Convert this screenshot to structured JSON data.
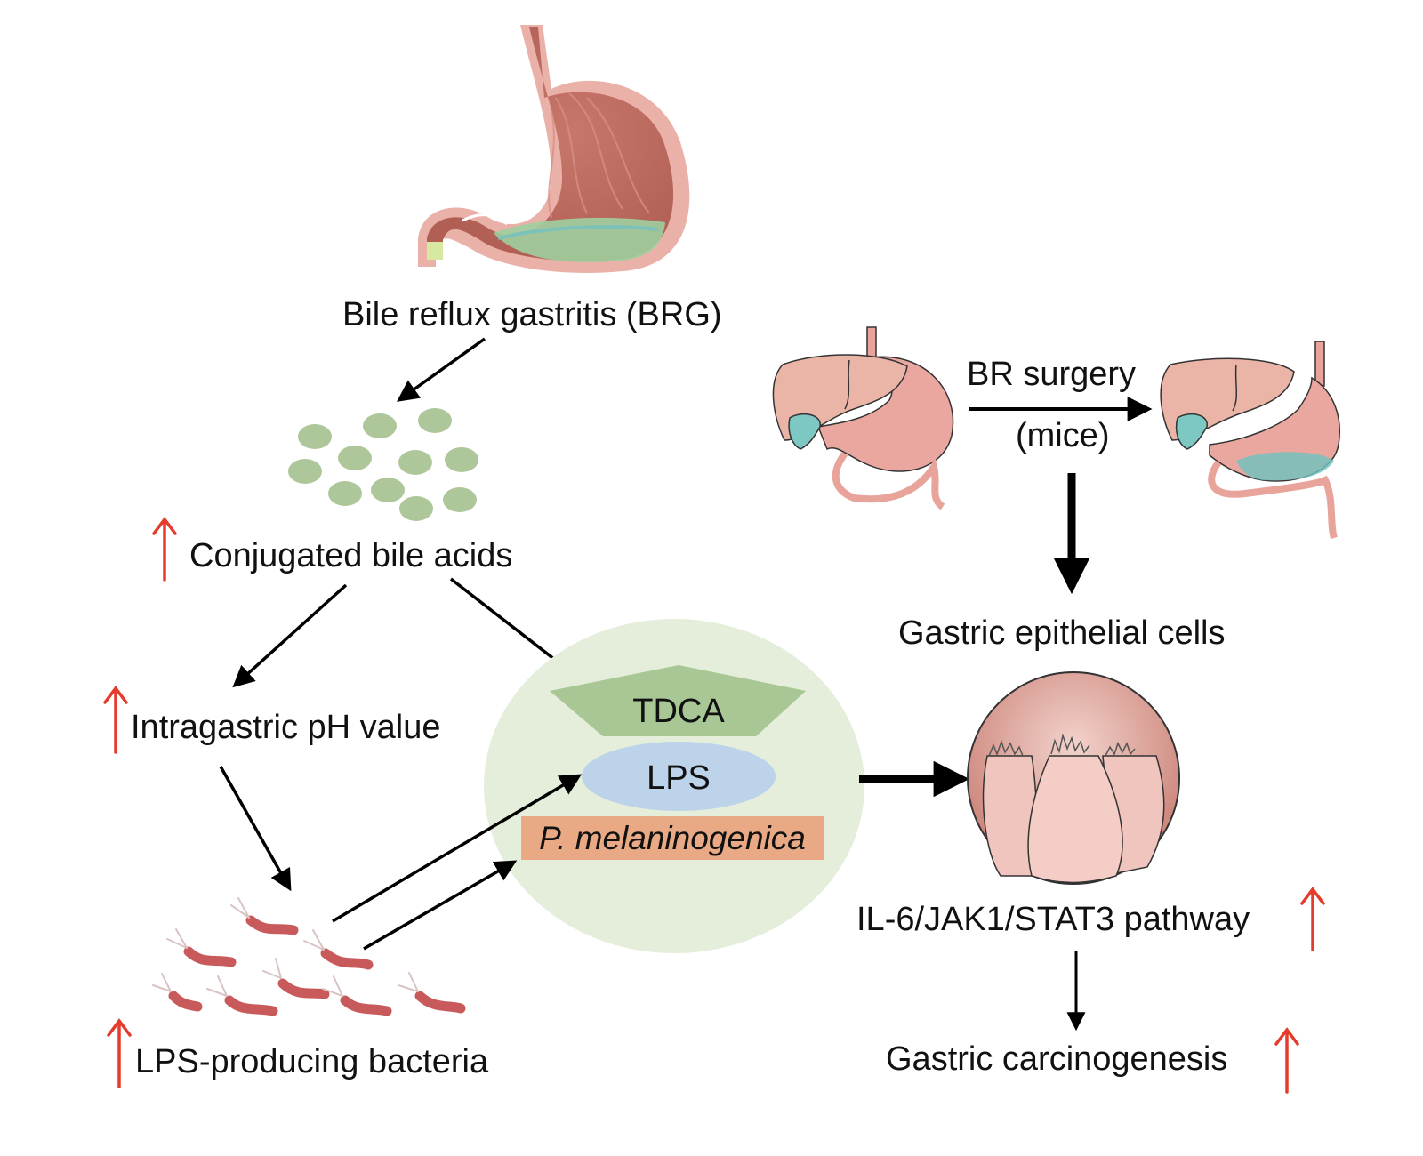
{
  "diagram": {
    "top": {
      "stomach_illustration": "stomach-bile-reflux-illustration",
      "label": "Bile reflux gastritis (BRG)"
    },
    "bile_acids": {
      "label": "Conjugated bile acids",
      "direction": "up"
    },
    "ph": {
      "label": "Intragastric pH value",
      "direction": "up"
    },
    "bacteria": {
      "label": "LPS-producing bacteria",
      "direction": "up"
    },
    "complex": {
      "tdca": "TDCA",
      "lps": "LPS",
      "species": "P. melaninogenica"
    },
    "surgery": {
      "label": "BR surgery",
      "sublabel": "(mice)"
    },
    "epithelial": {
      "label": "Gastric epithelial cells"
    },
    "pathway": {
      "label": "IL-6/JAK1/STAT3 pathway",
      "direction": "up"
    },
    "outcome": {
      "label": "Gastric carcinogenesis",
      "direction": "up"
    },
    "colors": {
      "up_arrow": "#e53b2c",
      "bile_acid_dot": "#aec79a",
      "complex_bg": "#e4eedb",
      "tdca_fill": "#a9c695",
      "lps_fill": "#bcd3ea",
      "species_fill": "#e9a985",
      "tissue": "#e8a49a",
      "bacteria": "#c95a5c"
    }
  }
}
